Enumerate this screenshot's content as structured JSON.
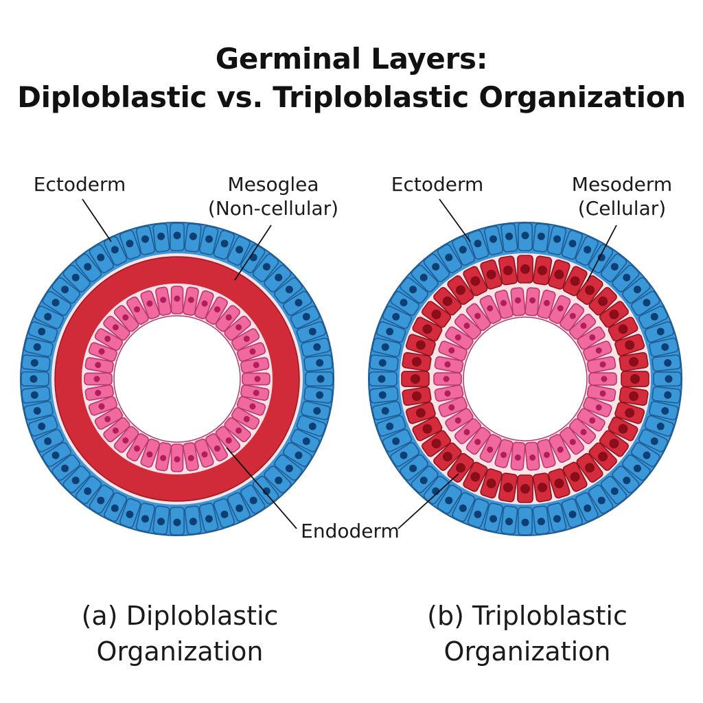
{
  "title": {
    "line1": "Germinal Layers:",
    "line2": "Diploblastic vs. Triploblastic Organization"
  },
  "labels": {
    "ectoderm_left": "Ectoderm",
    "mesoglea": "Mesoglea",
    "mesoglea_note": "(Non-cellular)",
    "ectoderm_right": "Ectoderm",
    "mesoderm": "Mesoderm",
    "mesoderm_note": "(Cellular)",
    "endoderm": "Endoderm"
  },
  "captions": {
    "left_line1": "(a) Diploblastic",
    "left_line2": "Organization",
    "right_line1": "(b) Triploblastic",
    "right_line2": "Organization"
  },
  "colors": {
    "ectoderm_fill": "#3a97d8",
    "ectoderm_stroke": "#1f5c94",
    "ectoderm_nucleus": "#0d3f73",
    "mesoglea_fill": "#d12a38",
    "mesoderm_fill": "#d42c3c",
    "mesoderm_stroke": "#8e1520",
    "mesoderm_nucleus": "#8a0d1a",
    "endoderm_fill": "#f06aa0",
    "endoderm_stroke": "#b8386c",
    "endoderm_nucleus": "#b01f5a",
    "gap_fill": "#fbe3e6",
    "lumen_fill": "#ffffff"
  }
}
